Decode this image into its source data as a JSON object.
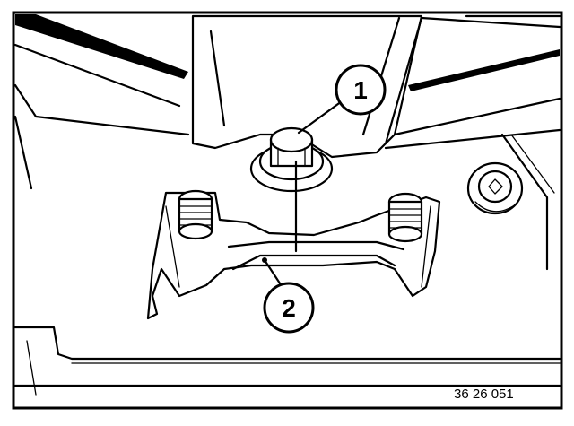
{
  "callouts": [
    {
      "label": "1"
    },
    {
      "label": "2"
    }
  ],
  "figure_code": "36 26 051"
}
